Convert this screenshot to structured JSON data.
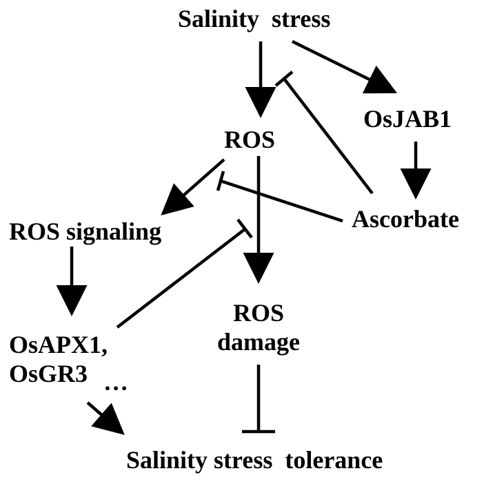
{
  "diagram": {
    "nodes": {
      "salinity_stress": "Salinity  stress",
      "ros": "ROS",
      "osjab1": "OsJAB1",
      "ascorbate": "Ascorbate",
      "ros_signaling": "ROS signaling",
      "ros_damage_line1": "ROS",
      "ros_damage_line2": "damage",
      "osapx1": "OsAPX1,",
      "osgr3": "OsGR3",
      "ellipsis": "…",
      "tolerance": "Salinity stress  tolerance"
    },
    "edges": [
      {
        "from": "salinity_stress",
        "to": "ros",
        "type": "activates"
      },
      {
        "from": "salinity_stress",
        "to": "osjab1",
        "type": "activates"
      },
      {
        "from": "osjab1",
        "to": "ascorbate",
        "type": "activates"
      },
      {
        "from": "ascorbate",
        "to": "salinity_stress->ros",
        "type": "inhibits"
      },
      {
        "from": "ascorbate",
        "to": "ros->ros_signaling",
        "type": "inhibits"
      },
      {
        "from": "ros",
        "to": "ros_signaling",
        "type": "activates"
      },
      {
        "from": "ros",
        "to": "ros_damage",
        "type": "activates"
      },
      {
        "from": "ros_signaling",
        "to": "osapx1_osgr3",
        "type": "activates"
      },
      {
        "from": "osapx1_osgr3",
        "to": "ros->ros_damage",
        "type": "inhibits"
      },
      {
        "from": "osapx1_osgr3",
        "to": "tolerance",
        "type": "activates"
      },
      {
        "from": "ros_damage",
        "to": "tolerance",
        "type": "inhibits"
      }
    ],
    "colors": {
      "ink": "#000000",
      "background": "#ffffff"
    }
  }
}
